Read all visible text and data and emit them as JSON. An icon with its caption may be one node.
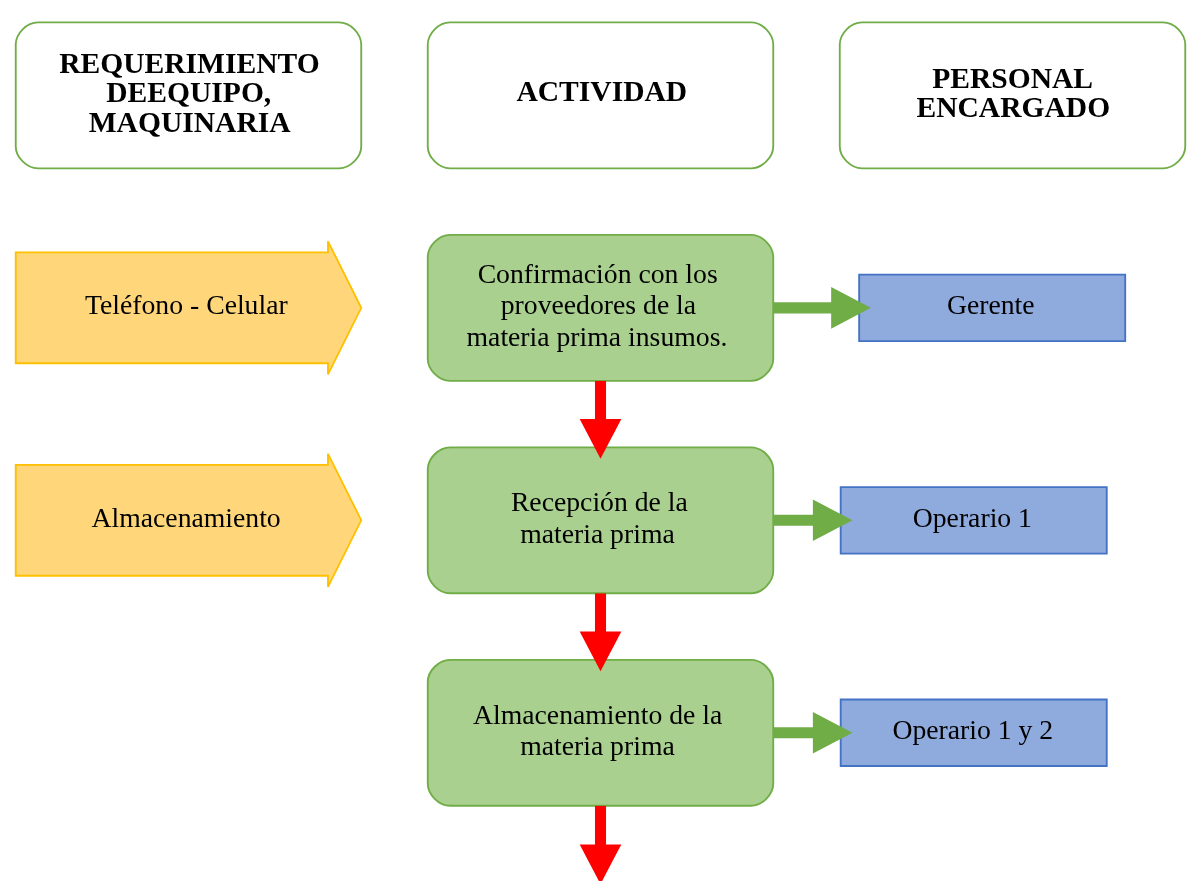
{
  "diagram": {
    "nodes": [
      {
        "text": [
          "REQUERIMIENTO DEEQUIPO, MAQUINARIA"
        ]
      },
      {
        "text": [
          "ACTIVIDAD"
        ]
      },
      {
        "text": [
          "PERSONAL ENCARGADO"
        ]
      },
      {
        "text": [
          "Teléfono - Celular"
        ]
      },
      {
        "text": [
          "Confirmación con los proveedores de la materia prima insumos."
        ]
      },
      {
        "text": [
          "Gerente"
        ]
      },
      {
        "text": [
          "Almacenamiento"
        ]
      },
      {
        "text": [
          "Recepción de la materia prima"
        ]
      },
      {
        "text": [
          "Operario 1"
        ]
      },
      {
        "text": [
          "Almacenamiento de la materia prima"
        ]
      },
      {
        "text": [
          "Operario 1 y 2"
        ]
      }
    ],
    "edges": [
      {
        "from": 4,
        "to": 5,
        "arrow": "to",
        "color": "#70ad47"
      },
      {
        "from": 4,
        "to": 7,
        "arrow": "to",
        "color": "#ff0000"
      },
      {
        "from": 7,
        "to": 8,
        "arrow": "to",
        "color": "#70ad47"
      },
      {
        "from": 7,
        "to": 9,
        "arrow": "to",
        "color": "#ff0000"
      },
      {
        "from": 9,
        "to": 10,
        "arrow": "to",
        "color": "#70ad47"
      },
      {
        "from": 9,
        "to": null,
        "arrow": "to",
        "color": "#ff0000"
      }
    ]
  }
}
